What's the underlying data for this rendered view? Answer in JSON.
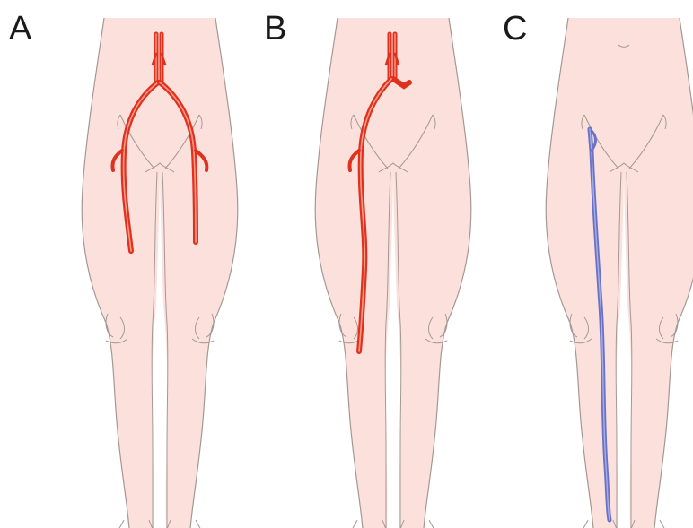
{
  "figure": {
    "panels": [
      {
        "label": "A",
        "vessel": "artery",
        "color": "#e0301e"
      },
      {
        "label": "B",
        "vessel": "artery",
        "color": "#e0301e"
      },
      {
        "label": "C",
        "vessel": "vein",
        "color": "#6a72c8"
      }
    ],
    "colors": {
      "skin": "#fbe0dc",
      "outline": "#a59893",
      "artery": "#e0301e",
      "artery_highlight": "#f79a86",
      "vein": "#6a72c8",
      "vein_highlight": "#a7aee3"
    }
  }
}
